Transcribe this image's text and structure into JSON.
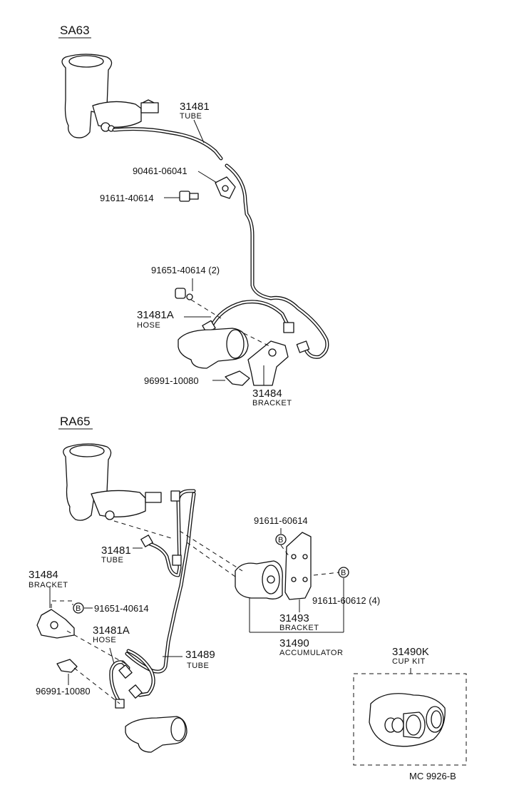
{
  "sections": {
    "sa63": {
      "title": "SA63",
      "parts": {
        "tube": {
          "num": "31481",
          "name": "TUBE"
        },
        "clip": {
          "num": "90461-06041"
        },
        "bolt": {
          "num": "91611-40614"
        },
        "bolt2": {
          "num": "91651-40614 (2)"
        },
        "hose": {
          "num": "31481A",
          "name": "HOSE"
        },
        "clip2": {
          "num": "96991-10080"
        },
        "bracket": {
          "num": "31484",
          "name": "BRACKET"
        }
      }
    },
    "ra65": {
      "title": "RA65",
      "parts": {
        "bolt_b1": {
          "num": "91611-60614"
        },
        "tube": {
          "num": "31481",
          "name": "TUBE"
        },
        "bracket": {
          "num": "31484",
          "name": "BRACKET"
        },
        "bolt_b2": {
          "num": "91651-40614"
        },
        "hose": {
          "num": "31481A",
          "name": "HOSE"
        },
        "tube2": {
          "num": "31489",
          "name": "TUBE"
        },
        "clip": {
          "num": "96991-10080"
        },
        "bolt_b3": {
          "num": "91611-60612 (4)"
        },
        "bracket2": {
          "num": "31493",
          "name": "BRACKET"
        },
        "accumulator": {
          "num": "31490",
          "name": "ACCUMULATOR"
        },
        "cupkit": {
          "num": "31490K",
          "name": "CUP KIT"
        }
      },
      "bolt_symbol": "B"
    }
  },
  "code": "MC  9926-B"
}
